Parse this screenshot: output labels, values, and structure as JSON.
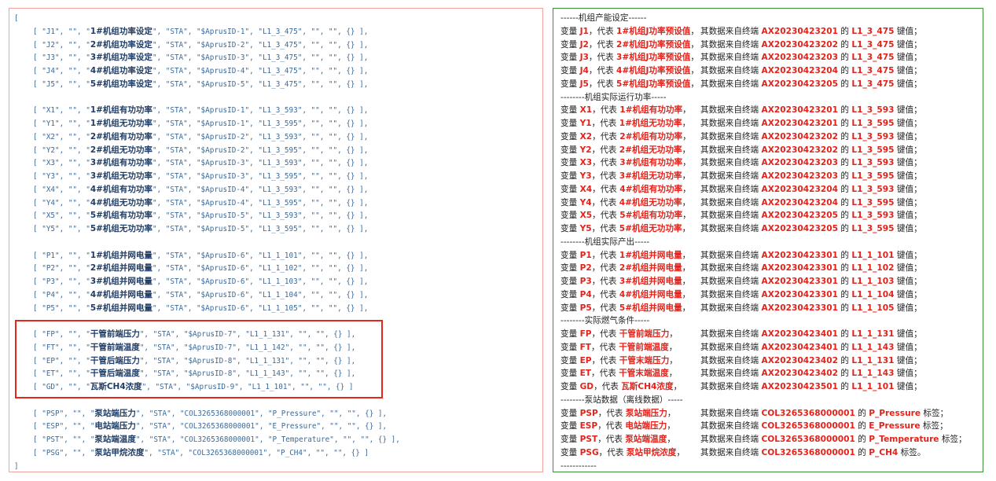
{
  "code": {
    "open": "[",
    "close": "]",
    "groups": [
      [
        [
          "J1",
          "",
          "1#机组功率设定",
          "STA",
          "$AprusID-1",
          "L1_3_475",
          "",
          ""
        ],
        [
          "J2",
          "",
          "2#机组功率设定",
          "STA",
          "$AprusID-2",
          "L1_3_475",
          "",
          ""
        ],
        [
          "J3",
          "",
          "3#机组功率设定",
          "STA",
          "$AprusID-3",
          "L1_3_475",
          "",
          ""
        ],
        [
          "J4",
          "",
          "4#机组功率设定",
          "STA",
          "$AprusID-4",
          "L1_3_475",
          "",
          ""
        ],
        [
          "J5",
          "",
          "5#机组功率设定",
          "STA",
          "$AprusID-5",
          "L1_3_475",
          "",
          ""
        ]
      ],
      [
        [
          "X1",
          "",
          "1#机组有功功率",
          "STA",
          "$AprusID-1",
          "L1_3_593",
          "",
          ""
        ],
        [
          "Y1",
          "",
          "1#机组无功功率",
          "STA",
          "$AprusID-1",
          "L1_3_595",
          "",
          ""
        ],
        [
          "X2",
          "",
          "2#机组有功功率",
          "STA",
          "$AprusID-2",
          "L1_3_593",
          "",
          ""
        ],
        [
          "Y2",
          "",
          "2#机组无功功率",
          "STA",
          "$AprusID-2",
          "L1_3_595",
          "",
          ""
        ],
        [
          "X3",
          "",
          "3#机组有功功率",
          "STA",
          "$AprusID-3",
          "L1_3_593",
          "",
          ""
        ],
        [
          "Y3",
          "",
          "3#机组无功功率",
          "STA",
          "$AprusID-3",
          "L1_3_595",
          "",
          ""
        ],
        [
          "X4",
          "",
          "4#机组有功功率",
          "STA",
          "$AprusID-4",
          "L1_3_593",
          "",
          ""
        ],
        [
          "Y4",
          "",
          "4#机组无功功率",
          "STA",
          "$AprusID-4",
          "L1_3_595",
          "",
          ""
        ],
        [
          "X5",
          "",
          "5#机组有功功率",
          "STA",
          "$AprusID-5",
          "L1_3_593",
          "",
          ""
        ],
        [
          "Y5",
          "",
          "5#机组无功功率",
          "STA",
          "$AprusID-5",
          "L1_3_595",
          "",
          ""
        ]
      ],
      [
        [
          "P1",
          "",
          "1#机组并网电量",
          "STA",
          "$AprusID-6",
          "L1_1_101",
          "",
          ""
        ],
        [
          "P2",
          "",
          "2#机组并网电量",
          "STA",
          "$AprusID-6",
          "L1_1_102",
          "",
          ""
        ],
        [
          "P3",
          "",
          "3#机组并网电量",
          "STA",
          "$AprusID-6",
          "L1_1_103",
          "",
          ""
        ],
        [
          "P4",
          "",
          "4#机组并网电量",
          "STA",
          "$AprusID-6",
          "L1_1_104",
          "",
          ""
        ],
        [
          "P5",
          "",
          "5#机组并网电量",
          "STA",
          "$AprusID-6",
          "L1_1_105",
          "",
          ""
        ]
      ],
      [
        [
          "FP",
          "",
          "干管前端压力",
          "STA",
          "$AprusID-7",
          "L1_1_131",
          "",
          ""
        ],
        [
          "FT",
          "",
          "干管前端温度",
          "STA",
          "$AprusID-7",
          "L1_1_142",
          "",
          ""
        ],
        [
          "EP",
          "",
          "干管后端压力",
          "STA",
          "$AprusID-8",
          "L1_1_131",
          "",
          ""
        ],
        [
          "ET",
          "",
          "干管后端温度",
          "STA",
          "$AprusID-8",
          "L1_1_143",
          "",
          ""
        ],
        [
          "GD",
          "",
          "瓦斯CH4浓度",
          "STA",
          "$AprusID-9",
          "L1_1_101",
          "",
          ""
        ]
      ],
      [
        [
          "PSP",
          "",
          "泵站端压力",
          "STA",
          "COL3265368000001",
          "P_Pressure",
          "",
          ""
        ],
        [
          "ESP",
          "",
          "电站端压力",
          "STA",
          "COL3265368000001",
          "E_Pressure",
          "",
          ""
        ],
        [
          "PST",
          "",
          "泵站端温度",
          "STA",
          "COL3265368000001",
          "P_Temperature",
          "",
          ""
        ],
        [
          "PSG",
          "",
          "泵站甲烷浓度",
          "STA",
          "COL3265368000001",
          "P_CH4",
          "",
          ""
        ]
      ]
    ]
  },
  "description": {
    "labels": {
      "var": "变量",
      "rep": "代表",
      "source": "其数据来自终端",
      "of": "的"
    },
    "footer": "------------",
    "sections": [
      {
        "header": "------机组产能设定------",
        "rows": [
          {
            "var": "J1",
            "desc": "1#机组J功率预设值",
            "terminal": "AX20230423201",
            "key": "L1_3_475",
            "suffix": "键值；"
          },
          {
            "var": "J2",
            "desc": "2#机组J功率预设值",
            "terminal": "AX20230423202",
            "key": "L1_3_475",
            "suffix": "键值；"
          },
          {
            "var": "J3",
            "desc": "3#机组J功率预设值",
            "terminal": "AX20230423203",
            "key": "L1_3_475",
            "suffix": "键值；"
          },
          {
            "var": "J4",
            "desc": "4#机组J功率预设值",
            "terminal": "AX20230423204",
            "key": "L1_3_475",
            "suffix": "键值；"
          },
          {
            "var": "J5",
            "desc": "5#机组J功率预设值",
            "terminal": "AX20230423205",
            "key": "L1_3_475",
            "suffix": "键值；"
          }
        ]
      },
      {
        "header": "--------机组实际运行功率-----",
        "rows": [
          {
            "var": "X1",
            "desc": "1#机组有功功率",
            "terminal": "AX20230423201",
            "key": "L1_3_593",
            "suffix": "键值；"
          },
          {
            "var": "Y1",
            "desc": "1#机组无功功率",
            "terminal": "AX20230423201",
            "key": "L1_3_595",
            "suffix": "键值；"
          },
          {
            "var": "X2",
            "desc": "2#机组有功功率",
            "terminal": "AX20230423202",
            "key": "L1_3_593",
            "suffix": "键值；"
          },
          {
            "var": "Y2",
            "desc": "2#机组无功功率",
            "terminal": "AX20230423202",
            "key": "L1_3_595",
            "suffix": "键值；"
          },
          {
            "var": "X3",
            "desc": "3#机组有功功率",
            "terminal": "AX20230423203",
            "key": "L1_3_593",
            "suffix": "键值；"
          },
          {
            "var": "Y3",
            "desc": "3#机组无功功率",
            "terminal": "AX20230423203",
            "key": "L1_3_595",
            "suffix": "键值；"
          },
          {
            "var": "X4",
            "desc": "4#机组有功功率",
            "terminal": "AX20230423204",
            "key": "L1_3_593",
            "suffix": "键值；"
          },
          {
            "var": "Y4",
            "desc": "4#机组无功功率",
            "terminal": "AX20230423204",
            "key": "L1_3_595",
            "suffix": "键值；"
          },
          {
            "var": "X5",
            "desc": "5#机组有功功率",
            "terminal": "AX20230423205",
            "key": "L1_3_593",
            "suffix": "键值；"
          },
          {
            "var": "Y5",
            "desc": "5#机组无功功率",
            "terminal": "AX20230423205",
            "key": "L1_3_595",
            "suffix": "键值；"
          }
        ]
      },
      {
        "header": "--------机组实际产出-----",
        "rows": [
          {
            "var": "P1",
            "desc": "1#机组并网电量",
            "terminal": "AX20230423301",
            "key": "L1_1_101",
            "suffix": "键值；"
          },
          {
            "var": "P2",
            "desc": "2#机组并网电量",
            "terminal": "AX20230423301",
            "key": "L1_1_102",
            "suffix": "键值；"
          },
          {
            "var": "P3",
            "desc": "3#机组并网电量",
            "terminal": "AX20230423301",
            "key": "L1_1_103",
            "suffix": "键值；"
          },
          {
            "var": "P4",
            "desc": "4#机组并网电量",
            "terminal": "AX20230423301",
            "key": "L1_1_104",
            "suffix": "键值；"
          },
          {
            "var": "P5",
            "desc": "5#机组并网电量",
            "terminal": "AX20230423301",
            "key": "L1_1_105",
            "suffix": "键值；"
          }
        ]
      },
      {
        "header": "--------实际燃气条件-----",
        "rows": [
          {
            "var": "FP",
            "desc": "干管前端压力",
            "terminal": "AX20230423401",
            "key": "L1_1_131",
            "suffix": "键值；"
          },
          {
            "var": "FT",
            "desc": "干管前端温度",
            "terminal": "AX20230423401",
            "key": "L1_1_143",
            "suffix": "键值；"
          },
          {
            "var": "EP",
            "desc": "干管末端压力",
            "terminal": "AX20230423402",
            "key": "L1_1_131",
            "suffix": "键值；"
          },
          {
            "var": "ET",
            "desc": "干管末端温度",
            "terminal": "AX20230423402",
            "key": "L1_1_143",
            "suffix": "键值；"
          },
          {
            "var": "GD",
            "desc": "瓦斯CH4浓度",
            "terminal": "AX20230423501",
            "key": "L1_1_101",
            "suffix": "键值；"
          }
        ]
      },
      {
        "header": "--------泵站数据（离线数据）-----",
        "rows": [
          {
            "var": "PSP",
            "desc": "泵站端压力",
            "terminal": "COL3265368000001",
            "key": "P_Pressure",
            "suffix": "标签；"
          },
          {
            "var": "ESP",
            "desc": "电站端压力",
            "terminal": "COL3265368000001",
            "key": "E_Pressure",
            "suffix": "标签；"
          },
          {
            "var": "PST",
            "desc": "泵站端温度",
            "terminal": "COL3265368000001",
            "key": "P_Temperature",
            "suffix": "标签；"
          },
          {
            "var": "PSG",
            "desc": "泵站甲烷浓度",
            "terminal": "COL3265368000001",
            "key": "P_CH4",
            "suffix": "标签。"
          }
        ]
      }
    ]
  },
  "colors": {
    "code_border": "#f3a39c",
    "highlight": "#e4261c",
    "desc_border": "#3c8f34",
    "accent_red": "#e3231b",
    "code_text": "#3b6a9a"
  }
}
